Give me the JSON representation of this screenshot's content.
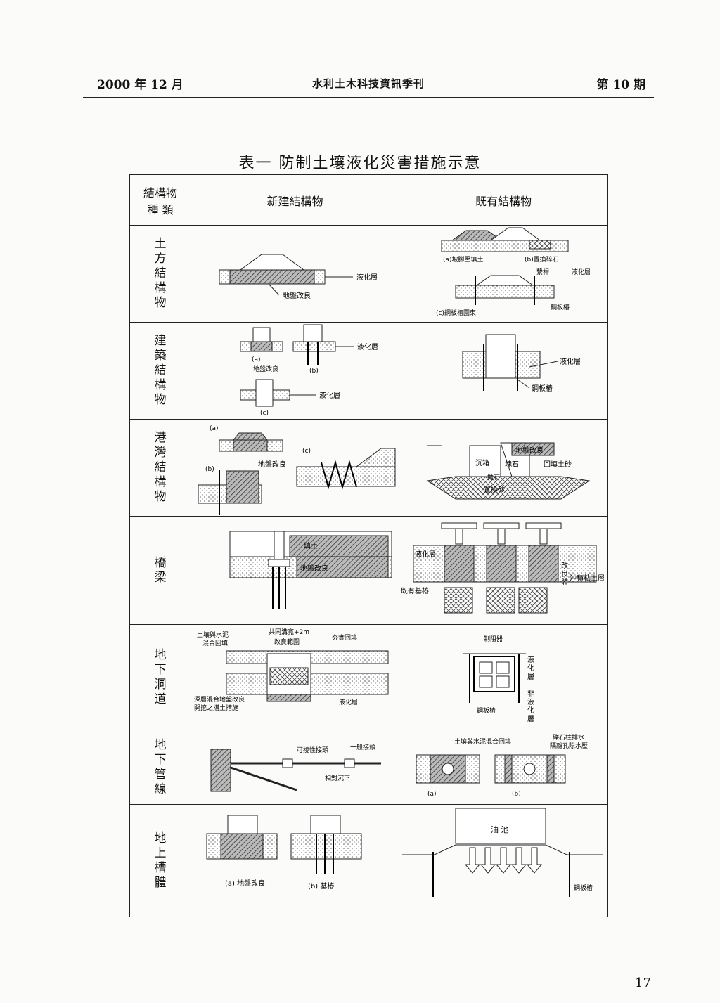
{
  "header": {
    "date": "2000 年 12 月",
    "journal": "水利土木科技資訊季刊",
    "issue": "第 10 期"
  },
  "title": "表一  防制土壤液化災害措施示意",
  "table": {
    "head": {
      "type_line1": "結構物",
      "type_line2": "種 類",
      "new": "新建結構物",
      "existing": "既有結構物"
    },
    "rows": [
      {
        "label": [
          "土",
          "方",
          "結",
          "構",
          "物"
        ],
        "new": {
          "liquefied": "液化層",
          "improve": "地盤改良"
        },
        "old": {
          "a": "(a)坡腳壓填土",
          "b": "(b)置換碎石",
          "tie": "繫桿",
          "liquefied": "液化層",
          "c": "(c)鋼板樁圍束",
          "sheet": "鋼板樁"
        }
      },
      {
        "label": [
          "建",
          "築",
          "結",
          "構",
          "物"
        ],
        "new": {
          "a": "(a)",
          "improve": "地盤改良",
          "b": "(b)",
          "liquefied1": "液化層",
          "c": "(c)",
          "liquefied2": "液化層"
        },
        "old": {
          "liquefied": "液化層",
          "sheet": "鋼板樁"
        }
      },
      {
        "label": [
          "港",
          "灣",
          "結",
          "構",
          "物"
        ],
        "new": {
          "a": "(a)",
          "b": "(b)",
          "c": "(c)",
          "improve": "地盤改良"
        },
        "old": {
          "improve": "地盤改良",
          "caisson": "沉箱",
          "block": "塊石",
          "rubble": "拋石",
          "backfill": "回填土砂",
          "replace": "置換砂"
        }
      },
      {
        "label": [
          "橋",
          "梁"
        ],
        "new": {
          "fill": "填土",
          "improve": "地盤改良"
        },
        "old": {
          "liquefied": "液化層",
          "improved1": "改",
          "improved2": "良",
          "improved3": "體",
          "clay": "沖積粘土層",
          "piles": "既有基樁"
        }
      },
      {
        "label": [
          "地",
          "下",
          "洞",
          "道"
        ],
        "new": {
          "mix1": "土壤與水泥",
          "mix2": "混合回填",
          "width": "共同溝寬+2m",
          "range": "改良範圍",
          "tamp": "夯實回填",
          "deep1": "深層混合地盤改良",
          "deep2": "開挖之擋土措施",
          "liquefied": "液化層"
        },
        "old": {
          "stopper": "制阻器",
          "liquefied": [
            "液",
            "化",
            "層"
          ],
          "sheet": "鋼板樁",
          "nonliq": [
            "非",
            "液",
            "化",
            "層"
          ]
        }
      },
      {
        "label": [
          "地",
          "下",
          "管",
          "線"
        ],
        "new": {
          "flex": "可撓性接頭",
          "joint": "一般接頭",
          "settle": "相對沉下"
        },
        "old": {
          "mix": "土壤與水泥混合回填",
          "drain1": "礫石柱排水",
          "drain2": "隔離孔隙水壓",
          "a": "(a)",
          "b": "(b)"
        }
      },
      {
        "label": [
          "地",
          "上",
          "槽",
          "體"
        ],
        "new": {
          "a": "(a) 地盤改良",
          "b": "(b) 基樁"
        },
        "old": {
          "tank": "油 池",
          "sheet": "鋼板樁"
        }
      }
    ]
  },
  "page_number": "17"
}
